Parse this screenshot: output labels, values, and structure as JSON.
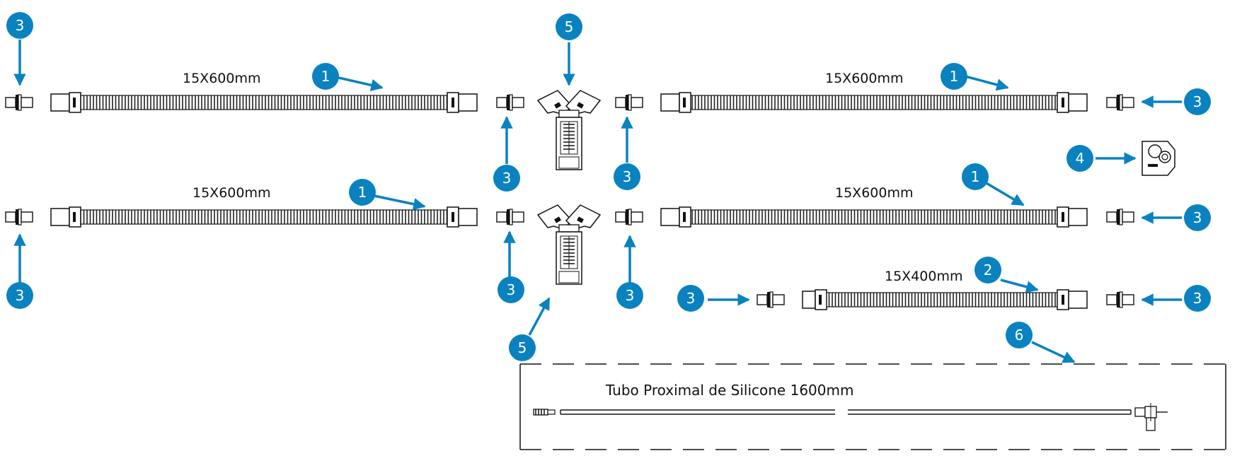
{
  "colors": {
    "accent": "#0a82c0",
    "line": "#111111",
    "dash": "#111111"
  },
  "tube_labels": {
    "t1": "15X600mm",
    "t2": "15X600mm",
    "t3": "15X600mm",
    "t4": "15X600mm",
    "t5": "15X400mm"
  },
  "proximal_label": "Tubo Proximal de Silicone 1600mm",
  "callouts": {
    "c1": "3",
    "c2": "1",
    "c3": "5",
    "c4": "1",
    "c5": "3",
    "c6": "3",
    "c7": "3",
    "c8": "4",
    "c9": "1",
    "c10": "1",
    "c11": "3",
    "c12": "3",
    "c13": "3",
    "c14": "3",
    "c15": "2",
    "c16": "3",
    "c17": "3",
    "c18": "5",
    "c19": "6"
  }
}
